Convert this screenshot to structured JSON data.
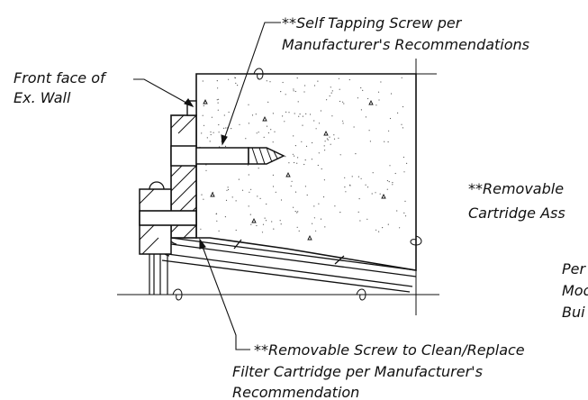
{
  "labels": {
    "screw_top": [
      "**Self Tapping Screw per",
      "Manufacturer's Recommendations"
    ],
    "front_face": [
      "Front face of",
      "Ex. Wall"
    ],
    "cartridge": [
      "**Removable",
      "Cartridge Ass"
    ],
    "perf": [
      "Per",
      "Mod",
      "Bui"
    ],
    "screw_bottom": [
      "**Removable Screw to Clean/Replace",
      "Filter Cartridge per Manufacturer's",
      "Recommendation"
    ]
  },
  "colors": {
    "line": "#111111",
    "background": "#ffffff"
  }
}
